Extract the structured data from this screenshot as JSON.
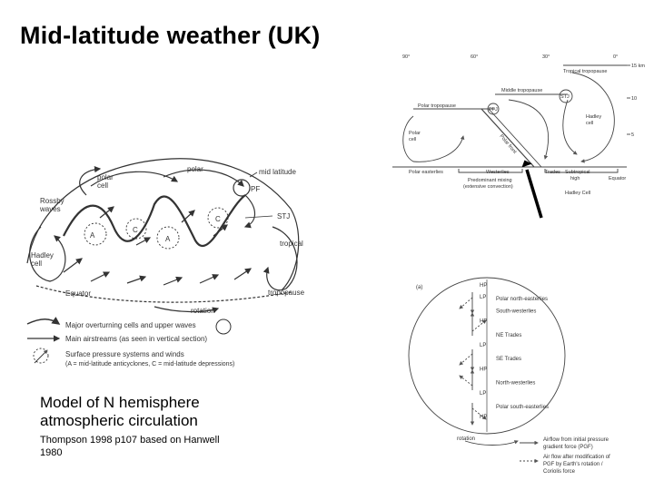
{
  "title": "Mid-latitude weather (UK)",
  "caption": {
    "main": "Model of N hemisphere atmospheric circulation",
    "source": "Thompson 1998 p107 based on Hanwell 1980"
  },
  "left_diagram": {
    "labels": {
      "polar": "polar",
      "polar_cell": "polar\ncell",
      "mid_latitude": "mid latitude",
      "pf": "PF",
      "stj": "STJ",
      "rossby_waves": "Rossby\nwaves",
      "tropical": "tropical",
      "hadley_cell": "Hadley\ncell",
      "equator": "Equator",
      "rotation": "rotation",
      "tropopause": "tropopause",
      "a": "A",
      "c": "C"
    },
    "legend": [
      "Major overturning cells and upper waves",
      "Main airstreams (as seen in vertical section)",
      "Surface pressure systems and winds",
      "(A = mid-latitude anticyclones, C = mid-latitude depressions)"
    ]
  },
  "top_right_diagram": {
    "lat_ticks": [
      "90°",
      "60°",
      "30°",
      "0°"
    ],
    "heights": [
      "15 km",
      "10",
      "5"
    ],
    "labels": {
      "tropical_tropopause": "Tropical tropopause",
      "middle_tropopause": "Middle tropopause",
      "polar_tropopause": "Polar tropopause",
      "pfj": "PFJ",
      "stj": "STJ",
      "polar_cell": "Polar\ncell",
      "hadley_cell": "Hadley\ncell",
      "polar_front": "Polar front",
      "polar_easterlies": "Polar easterlies",
      "westerlies": "Westerlies",
      "trades": "Trades",
      "subtropical_high": "Subtropical\nhigh",
      "equator": "Equator",
      "predominant_mixing": "Predominant mixing\n(extensive convection)",
      "hadley_cell_bottom": "Hadley Cell"
    }
  },
  "bottom_right_diagram": {
    "panel_label": "(a)",
    "pressure_rows": [
      {
        "p": "HP",
        "wind": ""
      },
      {
        "p": "LP",
        "wind": "Polar north-easterlies"
      },
      {
        "p": "",
        "wind": "South-westerlies"
      },
      {
        "p": "HP",
        "wind": ""
      },
      {
        "p": "",
        "wind": "NE Trades"
      },
      {
        "p": "LP",
        "wind": ""
      },
      {
        "p": "",
        "wind": "SE Trades"
      },
      {
        "p": "HP",
        "wind": ""
      },
      {
        "p": "",
        "wind": "North-westerlies"
      },
      {
        "p": "LP",
        "wind": ""
      },
      {
        "p": "",
        "wind": "Polar south-easterlies"
      },
      {
        "p": "HP",
        "wind": ""
      }
    ],
    "rotation": "rotation",
    "legend": [
      "Airflow from initial pressure gradient force (PGF)",
      "Air flow after modification of PGF by Earth's rotation / Coriolis force"
    ]
  }
}
